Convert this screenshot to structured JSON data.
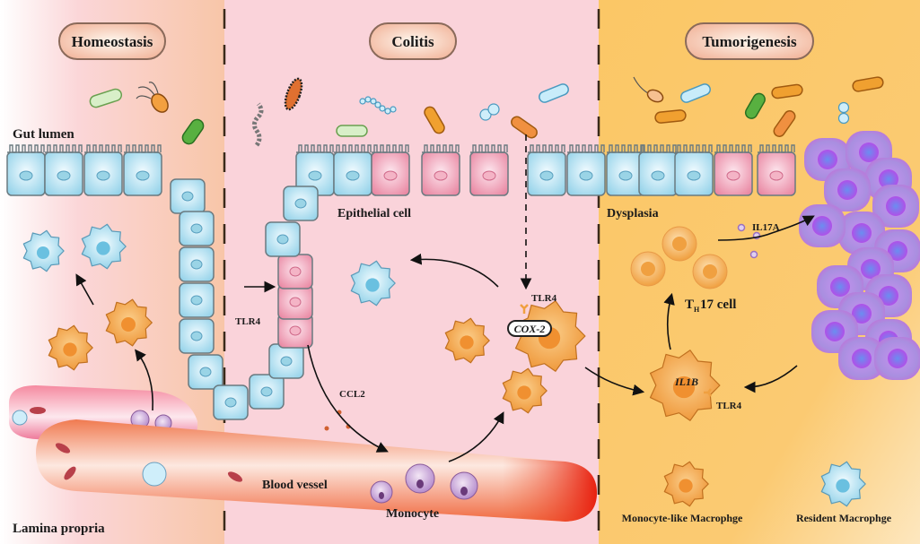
{
  "panels": [
    {
      "id": "homeostasis",
      "title": "Homeostasis"
    },
    {
      "id": "colitis",
      "title": "Colitis"
    },
    {
      "id": "tumorigenesis",
      "title": "Tumorigenesis"
    }
  ],
  "labels": {
    "gut_lumen": "Gut lumen",
    "lamina_propria": "Lamina propria",
    "epithelial_cell": "Epithelial cell",
    "dysplasia": "Dysplasia",
    "blood_vessel": "Blood vessel",
    "monocyte": "Monocyte",
    "ccl2": "CCL2",
    "tlr4_crypt": "TLR4",
    "tlr4_colitis": "TLR4",
    "tlr4_tumor": "TLR4",
    "cox2": "COX-2",
    "il1b": "IL1B",
    "il17a": "IL17A",
    "th17_main": "T",
    "th17_sub": "H",
    "th17_rest": "17 cell"
  },
  "legend": [
    {
      "label": "Monocyte-like Macrophge",
      "color": "#f0a040"
    },
    {
      "label": "Resident Macrophge",
      "color": "#9fd8ee"
    }
  ],
  "colors": {
    "homeostasis_bg": "#f8c8b8",
    "colitis_bg": "#f9d0d8",
    "tumor_bg": "#fbc76a",
    "epithelial_blue": "#a8dced",
    "epithelial_pink": "#ec9ab0",
    "macrophage_orange": "#f0a040",
    "tumor_purple": "#b48de0",
    "vessel_red": "#f06040"
  }
}
